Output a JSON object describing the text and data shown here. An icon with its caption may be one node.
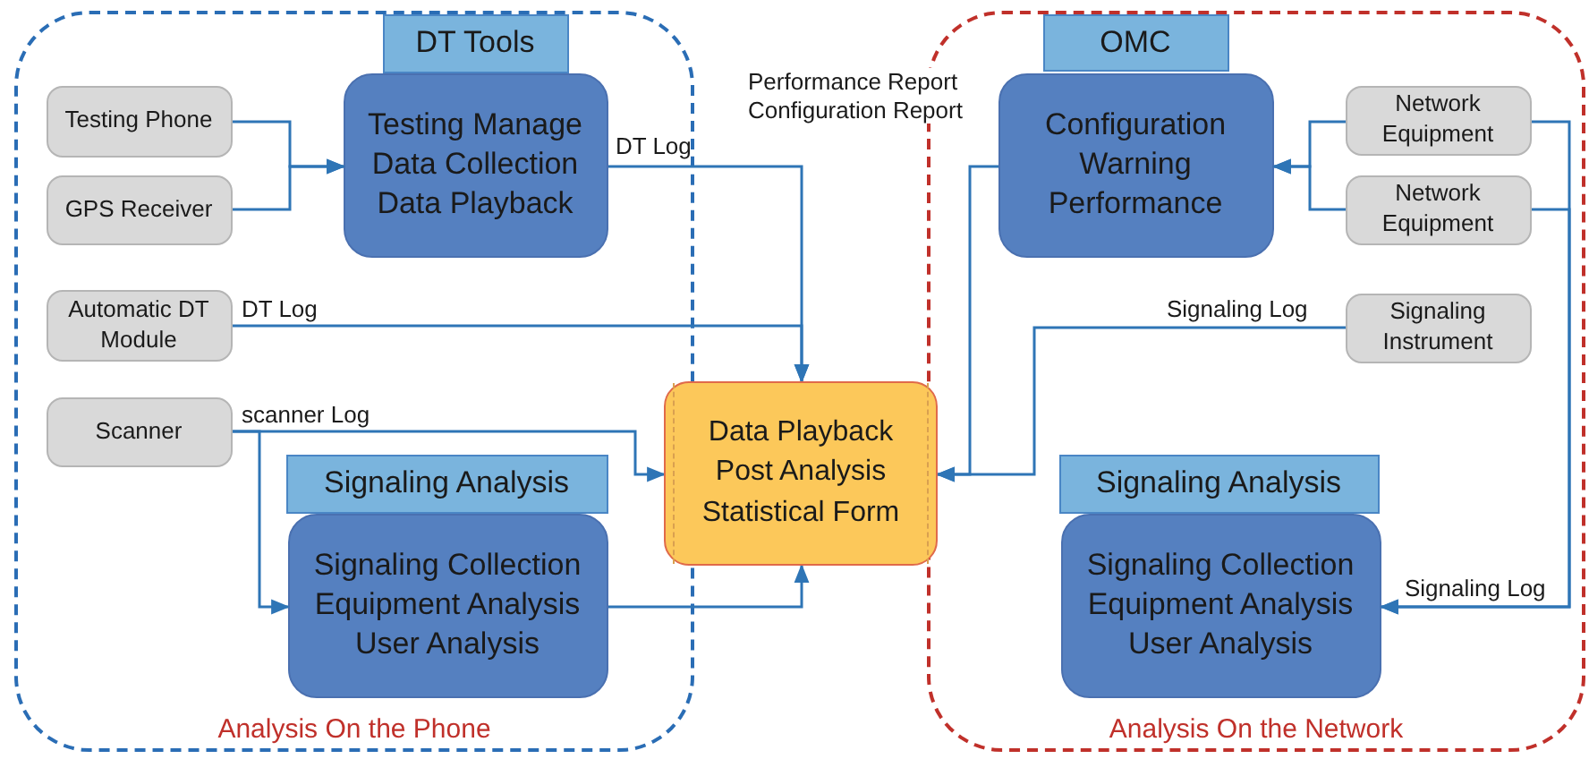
{
  "diagram": {
    "nodes": [
      {
        "text": [
          "Analysis On the Phone"
        ]
      },
      {
        "text": [
          "DT Tools"
        ],
        "in": 0
      },
      {
        "text": [
          "Testing Manage Data Collection Data Playback"
        ],
        "in": 0
      },
      {
        "text": [
          "Testing Phone"
        ],
        "in": 0
      },
      {
        "text": [
          "GPS Receiver"
        ],
        "in": 0
      },
      {
        "text": [
          "Automatic DT Module"
        ],
        "in": 0
      },
      {
        "text": [
          "Scanner"
        ],
        "in": 0
      },
      {
        "text": [
          "Signaling Analysis"
        ],
        "in": 0
      },
      {
        "text": [
          "Signaling Collection Equipment Analysis User Analysis"
        ],
        "in": 0
      },
      {
        "text": [
          "Data Playback Post Analysis Statistical Form"
        ]
      },
      {
        "text": [
          "Analysis On the Network"
        ]
      },
      {
        "text": [
          "OMC"
        ],
        "in": 10
      },
      {
        "text": [
          "Configuration Warning Performance"
        ],
        "in": 10
      },
      {
        "text": [
          "Network Equipment"
        ],
        "in": 10
      },
      {
        "text": [
          "Network Equipment"
        ],
        "in": 10
      },
      {
        "text": [
          "Signaling Instrument"
        ],
        "in": 10
      },
      {
        "text": [
          "Signaling Analysis"
        ],
        "in": 10
      },
      {
        "text": [
          "Signaling Collection Equipment Analysis User Analysis"
        ],
        "in": 10
      }
    ],
    "edges": [
      {
        "from": 3,
        "to": 2,
        "arrow": "to"
      },
      {
        "from": 4,
        "to": 2,
        "arrow": "to"
      },
      {
        "from": 2,
        "to": 9,
        "arrow": "to",
        "label": "DT Log"
      },
      {
        "from": 5,
        "to": 9,
        "arrow": "to",
        "label": "DT Log"
      },
      {
        "from": 6,
        "to": 9,
        "arrow": "to",
        "label": "scanner Log"
      },
      {
        "from": 6,
        "to": 8,
        "arrow": "to"
      },
      {
        "from": 8,
        "to": 9,
        "arrow": "to"
      },
      {
        "from": 13,
        "to": 12,
        "arrow": "to"
      },
      {
        "from": 14,
        "to": 12,
        "arrow": "to"
      },
      {
        "from": 12,
        "to": 9,
        "arrow": "to",
        "label": "Performance Report Configuration Report"
      },
      {
        "from": 15,
        "to": 9,
        "arrow": "to",
        "label": "Signaling Log"
      },
      {
        "from": 13,
        "to": 17,
        "arrow": "to"
      },
      {
        "from": 14,
        "to": 17,
        "arrow": "to",
        "label": "Signaling Log"
      }
    ]
  }
}
